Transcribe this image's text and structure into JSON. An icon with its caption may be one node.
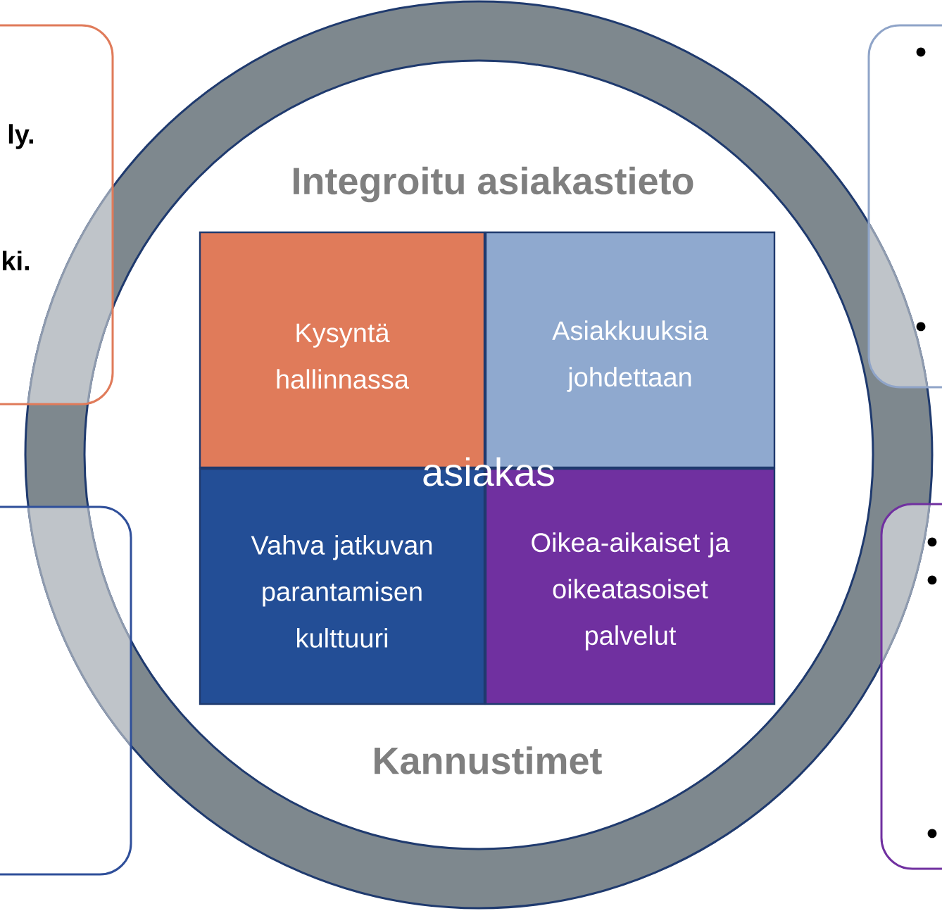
{
  "diagram": {
    "nodes": [
      {
        "text": [
          "ly.",
          "ki."
        ]
      },
      {
        "text": [],
        "shape": "box"
      },
      {
        "text": [],
        "shape": "box"
      },
      {
        "text": [],
        "shape": "box"
      },
      {
        "text": [
          "Kysyntä hallinnassa"
        ]
      },
      {
        "text": [
          "Asiakkuuksia johdettaan"
        ]
      },
      {
        "text": [
          "Vahva jatkuvan parantamisen kulttuuri"
        ]
      },
      {
        "text": [
          "Oikea-aikaiset ja oikeatasoiset palvelut"
        ]
      }
    ],
    "labels": [
      "Integroitu asiakastieto",
      "asiakas",
      "Kannustimet"
    ]
  }
}
